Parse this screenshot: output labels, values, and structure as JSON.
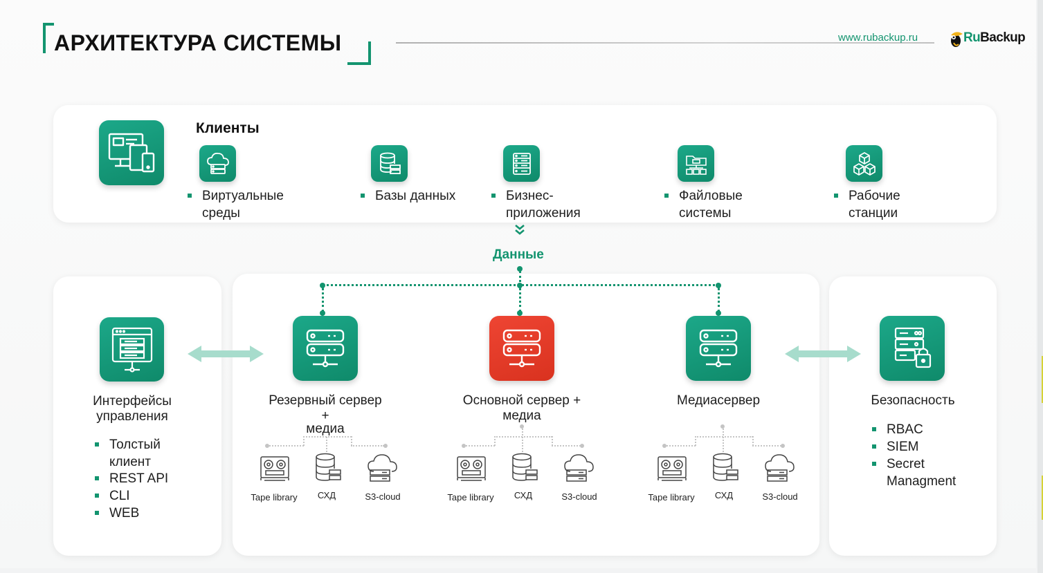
{
  "header": {
    "title": "АРХИТЕКТУРА СИСТЕМЫ",
    "site": "www.rubackup.ru",
    "logo_part1": "Ru",
    "logo_part2": "Backup"
  },
  "clients": {
    "title": "Клиенты",
    "items": [
      {
        "line1": "Виртуальные",
        "line2": "среды",
        "icon": "cloud-server-icon"
      },
      {
        "line1": "Базы данных",
        "line2": "",
        "icon": "database-icon"
      },
      {
        "line1": "Бизнес-",
        "line2": "приложения",
        "icon": "server-rack-icon"
      },
      {
        "line1": "Файловые",
        "line2": "системы",
        "icon": "file-folder-icon"
      },
      {
        "line1": "Рабочие",
        "line2": "станции",
        "icon": "cubes-icon"
      }
    ]
  },
  "data_label": "Данные",
  "management": {
    "title_line1": "Интерфейсы",
    "title_line2": "управления",
    "items": [
      "Толстый",
      "клиент",
      "REST API",
      "CLI",
      "WEB"
    ]
  },
  "servers": [
    {
      "line1": "Резервный сервер",
      "line2": "+",
      "line3": "медиа"
    },
    {
      "line1": "Основной сервер +",
      "line2": "медиа",
      "line3": ""
    },
    {
      "line1": "Медиасервер",
      "line2": "",
      "line3": ""
    }
  ],
  "storage": {
    "tape": "Tape library",
    "shd": "СХД",
    "s3": "S3-cloud"
  },
  "security": {
    "title": "Безопасность",
    "items": [
      "RBAC",
      "SIEM",
      "Secret",
      "Managment"
    ]
  },
  "colors": {
    "accent": "#13946f",
    "main_server": "#e43d2a",
    "arrow": "#a7dccc"
  }
}
